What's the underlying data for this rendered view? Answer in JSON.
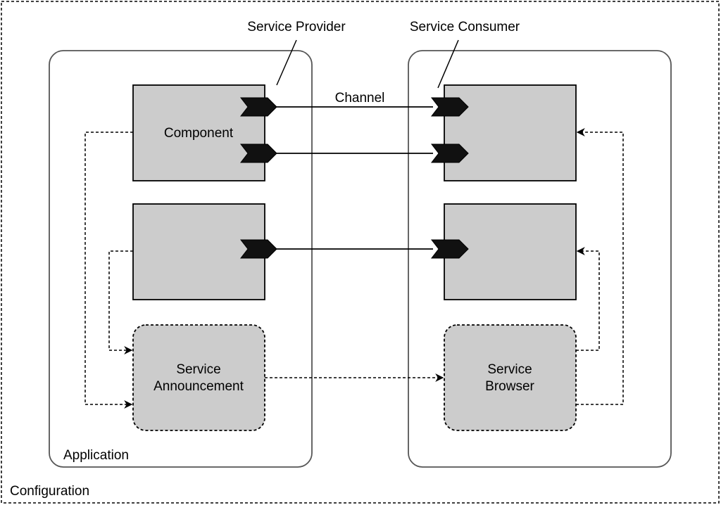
{
  "labels": {
    "configuration": "Configuration",
    "application": "Application",
    "service_provider": "Service Provider",
    "service_consumer": "Service Consumer",
    "channel": "Channel",
    "component": "Component",
    "service_announcement_line1": "Service",
    "service_announcement_line2": "Announcement",
    "service_browser_line1": "Service",
    "service_browser_line2": "Browser"
  },
  "colors": {
    "box_fill": "#cccccc",
    "port_fill": "#111111",
    "stroke": "#000000",
    "container_stroke": "#555555"
  }
}
